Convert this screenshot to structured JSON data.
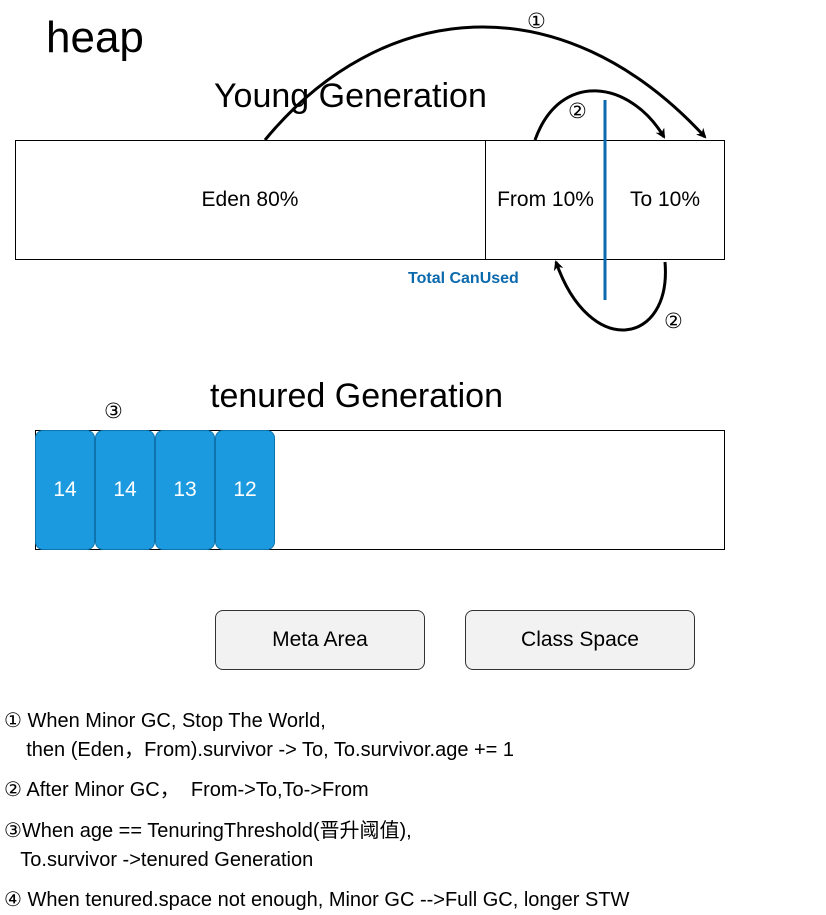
{
  "heap_title": "heap",
  "young": {
    "title": "Young Generation",
    "eden": "Eden 80%",
    "from": "From 10%",
    "to": "To 10%",
    "total_label": "Total CanUsed"
  },
  "markers": {
    "one": "①",
    "two_top": "②",
    "two_bottom": "②",
    "three": "③"
  },
  "tenured": {
    "title": "tenured Generation",
    "ages": [
      "14",
      "14",
      "13",
      "12"
    ]
  },
  "meta_area": "Meta Area",
  "class_space": "Class Space",
  "notes": {
    "n1_line1": "① When Minor GC, Stop The World,",
    "n1_line2": "    then (Eden，From).survivor -> To, To.survivor.age += 1",
    "n2": "② After Minor GC，  From->To,To->From",
    "n3_line1": "③When age == TenuringThreshold(晋升阈值),",
    "n3_line2": "   To.survivor ->tenured Generation",
    "n4": "④ When tenured.space not enough, Minor GC -->Full GC, longer STW"
  },
  "colors": {
    "age_cell": "#1b9ae0",
    "total_line": "#0b6aad"
  }
}
